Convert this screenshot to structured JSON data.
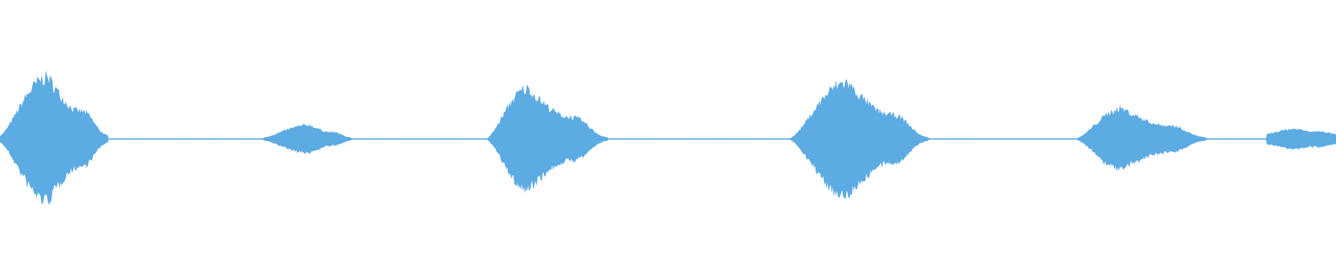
{
  "waveform": {
    "color": "#5dabe3",
    "background": "#ffffff",
    "amplitude_max": 1.0,
    "bursts": [
      {
        "start": 0.0,
        "peak": 0.036,
        "end": 0.081,
        "peak_amplitude": 0.98,
        "floor_amplitude": 0.05
      },
      {
        "start": 0.197,
        "peak": 0.232,
        "end": 0.263,
        "peak_amplitude": 0.22,
        "floor_amplitude": 0.02
      },
      {
        "start": 0.365,
        "peak": 0.395,
        "end": 0.455,
        "peak_amplitude": 0.8,
        "floor_amplitude": 0.02
      },
      {
        "start": 0.592,
        "peak": 0.634,
        "end": 0.695,
        "peak_amplitude": 0.9,
        "floor_amplitude": 0.02
      },
      {
        "start": 0.807,
        "peak": 0.84,
        "end": 0.903,
        "peak_amplitude": 0.48,
        "floor_amplitude": 0.02
      },
      {
        "start": 0.948,
        "peak": 0.97,
        "end": 1.0,
        "peak_amplitude": 0.16,
        "floor_amplitude": 0.08
      }
    ],
    "baseline_amplitude": 0.006
  }
}
